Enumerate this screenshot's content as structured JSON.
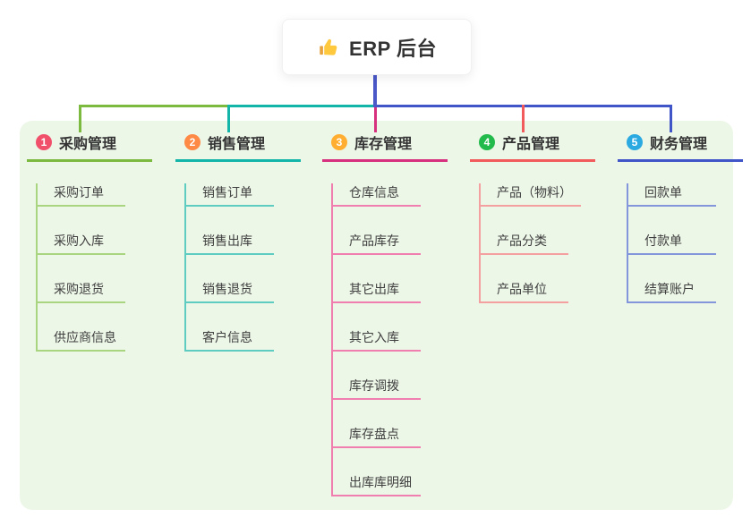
{
  "root": {
    "title": "ERP 后台",
    "icon": "thumbs-up-icon",
    "edge_color": "#4A58C8"
  },
  "panel": {
    "background": "#EDF7E8"
  },
  "branches": [
    {
      "num": "1",
      "title": "采购管理",
      "badge_color": "#F1506B",
      "line_color": "#7CB93F",
      "light_color": "#A9D480",
      "items": [
        "采购订单",
        "采购入库",
        "采购退货",
        "供应商信息"
      ]
    },
    {
      "num": "2",
      "title": "销售管理",
      "badge_color": "#FF8A45",
      "line_color": "#12B5A8",
      "light_color": "#5FCCC2",
      "items": [
        "销售订单",
        "销售出库",
        "销售退货",
        "客户信息"
      ]
    },
    {
      "num": "3",
      "title": "库存管理",
      "badge_color": "#FFAE31",
      "line_color": "#D6307E",
      "light_color": "#F07FB0",
      "items": [
        "仓库信息",
        "产品库存",
        "其它出库",
        "其它入库",
        "库存调拨",
        "库存盘点",
        "出库库明细"
      ]
    },
    {
      "num": "4",
      "title": "产品管理",
      "badge_color": "#22BA4A",
      "line_color": "#F15B5B",
      "light_color": "#F49FA0",
      "items": [
        "产品（物料）",
        "产品分类",
        "产品单位"
      ]
    },
    {
      "num": "5",
      "title": "财务管理",
      "badge_color": "#2BAAE2",
      "line_color": "#3F55C8",
      "light_color": "#8396DC",
      "items": [
        "回款单",
        "付款单",
        "结算账户"
      ]
    }
  ]
}
